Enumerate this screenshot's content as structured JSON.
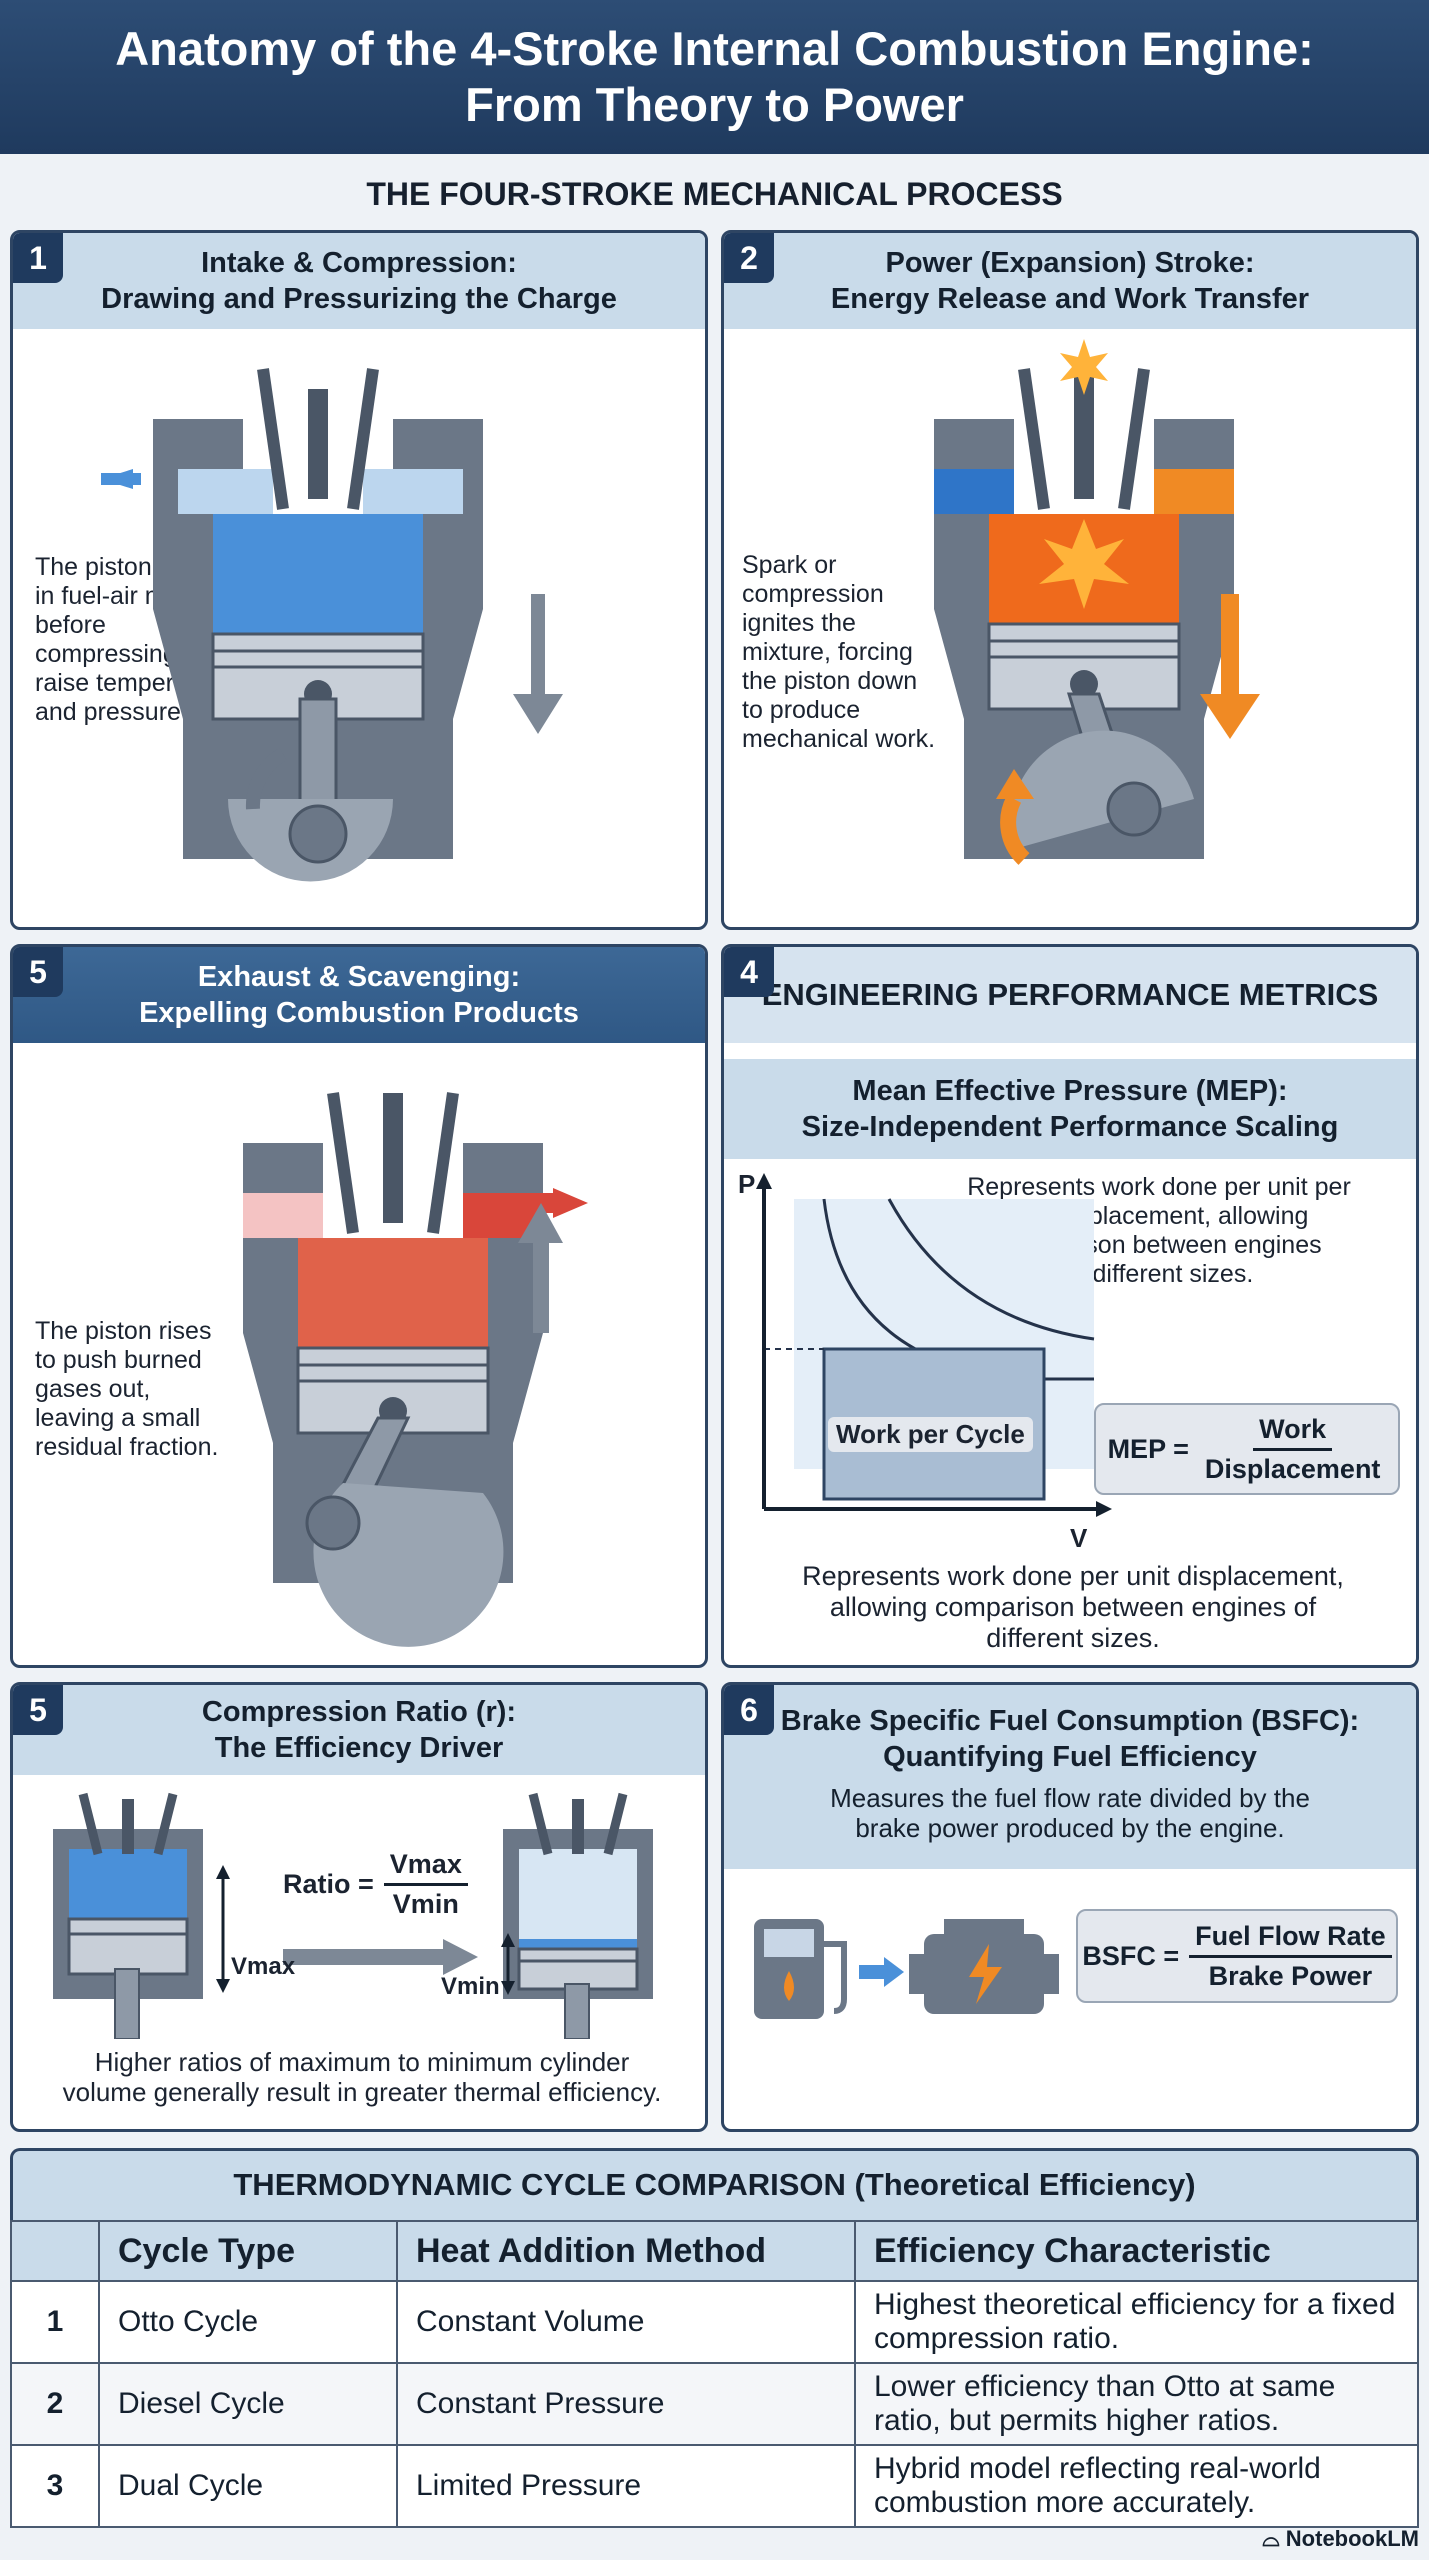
{
  "header": {
    "title_line1": "Anatomy of the 4-Stroke Internal Combustion Engine:",
    "title_line2": "From Theory to Power"
  },
  "section_title": "THE FOUR-STROKE MECHANICAL PROCESS",
  "panels": {
    "intake": {
      "num": "1",
      "title_line1": "Intake & Compression:",
      "title_line2": "Drawing and Pressurizing the Charge",
      "desc": [
        "The piston draws",
        "in fuel-air mixture",
        "before",
        "compressing it to",
        "raise temperature",
        "and pressure."
      ]
    },
    "power": {
      "num": "2",
      "title_line1": "Power (Expansion) Stroke:",
      "title_line2": "Energy Release and Work Transfer",
      "desc": [
        "Spark or",
        "compression",
        "ignites the",
        "mixture, forcing",
        "the piston down",
        "to produce",
        "mechanical work."
      ]
    },
    "exhaust": {
      "num": "5",
      "title_line1": "Exhaust & Scavenging:",
      "title_line2": "Expelling Combustion Products",
      "desc": [
        "The piston rises",
        "to push burned",
        "gases out,",
        "leaving a small",
        "residual fraction."
      ]
    },
    "metrics": {
      "num": "4",
      "title": "ENGINEERING PERFORMANCE METRICS",
      "sub_line1": "Mean Effective Pressure (MEP):",
      "sub_line2": "Size-Independent Performance Scaling",
      "note": [
        "Represents work done per unit per",
        "unit displacement, allowing",
        "comparison between engines",
        "of different sizes."
      ],
      "axis_p": "P",
      "axis_v": "V",
      "area_label": "Work per Cycle",
      "formula_lhs": "MEP =",
      "formula_num": "Work",
      "formula_den": "Displacement",
      "bottom": [
        "Represents work done per unit displacement,",
        "allowing comparison between engines of",
        "different sizes."
      ]
    },
    "ratio": {
      "num": "5",
      "title_line1": "Compression Ratio (r):",
      "title_line2": "The Efficiency Driver",
      "ratio_lhs": "Ratio =",
      "ratio_num": "Vmax",
      "ratio_den": "Vmin",
      "vmax": "Vmax",
      "vmin": "Vmin",
      "desc": [
        "Higher ratios of maximum to minimum cylinder",
        "volume generally result in greater thermal efficiency."
      ]
    },
    "bsfc": {
      "num": "6",
      "title_line1": "Brake Specific Fuel Consumption (BSFC):",
      "title_line2": "Quantifying Fuel Efficiency",
      "desc": [
        "Measures the fuel flow rate divided by the",
        "brake power produced by the engine."
      ],
      "formula_lhs": "BSFC =",
      "formula_num": "Fuel Flow Rate",
      "formula_den": "Brake Power"
    }
  },
  "comparison": {
    "title": "THERMODYNAMIC CYCLE COMPARISON (Theoretical Efficiency)",
    "headers": [
      "",
      "Cycle Type",
      "Heat Addition Method",
      "Efficiency Characteristic"
    ],
    "rows": [
      [
        "1",
        "Otto Cycle",
        "Constant Volume",
        "Highest theoretical efficiency for a fixed compression ratio."
      ],
      [
        "2",
        "Diesel Cycle",
        "Constant Pressure",
        "Lower efficiency than Otto at same ratio, but permits higher ratios."
      ],
      [
        "3",
        "Dual Cycle",
        "Limited Pressure",
        "Hybrid model reflecting real-world combustion more accurately."
      ]
    ]
  },
  "brand": "NotebookLM",
  "colors": {
    "navy": "#1f3a5e",
    "blue": "#4a90d9",
    "orange": "#f08a24",
    "red": "#d9463a"
  }
}
